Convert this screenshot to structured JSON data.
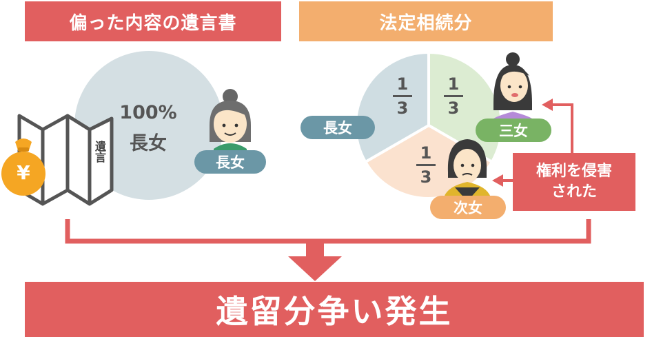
{
  "left_header": "偏った内容の遺言書",
  "right_header": "法定相続分",
  "left_circle": {
    "percent": "100%",
    "heir": "長女"
  },
  "will_document_label": "遺言",
  "yen_symbol": "¥",
  "left_badge": "長女",
  "pie": {
    "slices": [
      {
        "numerator": "1",
        "denominator": "3",
        "color": "#cfdde2"
      },
      {
        "numerator": "1",
        "denominator": "3",
        "color": "#dcecd2"
      },
      {
        "numerator": "1",
        "denominator": "3",
        "color": "#fbe2cf"
      }
    ],
    "badges": {
      "eldest": "長女",
      "third": "三女",
      "second": "次女"
    }
  },
  "infringed_box": {
    "line1": "権利を侵害",
    "line2": "された"
  },
  "result": "遺留分争い発生",
  "colors": {
    "red": "#e15f5f",
    "orange": "#f3ae6e",
    "teal": "#6b97a6",
    "green": "#79b364"
  }
}
